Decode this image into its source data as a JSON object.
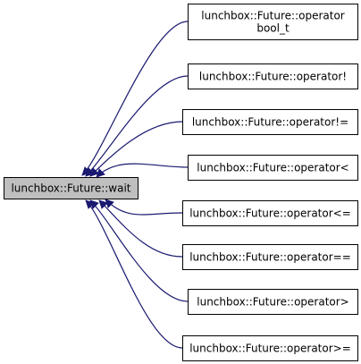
{
  "graph": {
    "root": {
      "id": "wait",
      "lines": [
        "lunchbox::Future::wait"
      ]
    },
    "callers": [
      {
        "id": "bool",
        "lines": [
          "lunchbox::Future::operator",
          "bool_t"
        ]
      },
      {
        "id": "not",
        "lines": [
          "lunchbox::Future::operator!"
        ]
      },
      {
        "id": "neq",
        "lines": [
          "lunchbox::Future::operator!="
        ]
      },
      {
        "id": "lt",
        "lines": [
          "lunchbox::Future::operator<"
        ]
      },
      {
        "id": "le",
        "lines": [
          "lunchbox::Future::operator<="
        ]
      },
      {
        "id": "eq",
        "lines": [
          "lunchbox::Future::operator=="
        ]
      },
      {
        "id": "gt",
        "lines": [
          "lunchbox::Future::operator>"
        ]
      },
      {
        "id": "ge",
        "lines": [
          "lunchbox::Future::operator>="
        ]
      }
    ]
  },
  "colors": {
    "root_fill": "#bfbfbf",
    "node_border": "#000000",
    "edge": "#191970"
  }
}
